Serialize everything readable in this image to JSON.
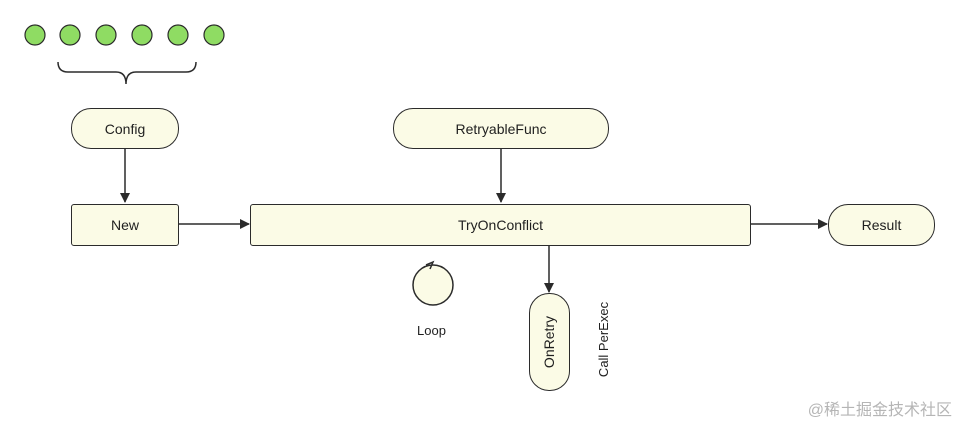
{
  "nodes": {
    "config": "Config",
    "retryable_func": "RetryableFunc",
    "new": "New",
    "try_on_conflict": "TryOnConflict",
    "result": "Result",
    "on_retry": "OnRetry"
  },
  "labels": {
    "loop": "Loop",
    "call_per_exec": "Call PerExec"
  },
  "dots": {
    "count": 6,
    "color": "#8fdc63"
  },
  "colors": {
    "node_fill": "#fbfbe6",
    "stroke": "#2b2b2b"
  },
  "watermark": "@稀土掘金技术社区"
}
